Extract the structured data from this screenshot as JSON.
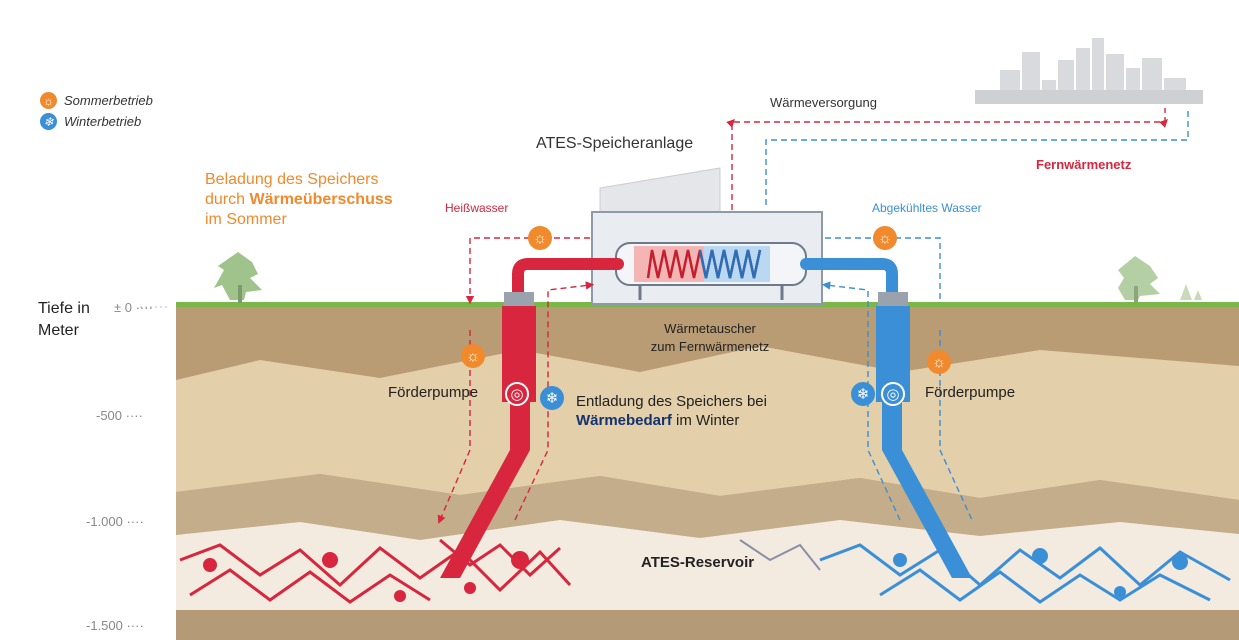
{
  "legend": {
    "summer": {
      "label": "Sommerbetrieb",
      "icon": "sun-icon",
      "color": "#f08a2c"
    },
    "winter": {
      "label": "Winterbetrieb",
      "icon": "snowflake-icon",
      "color": "#3b8fd6"
    }
  },
  "summer_loading": {
    "line1": "Beladung des Speichers",
    "line2_prefix": "durch ",
    "line2_bold": "Wärmeüberschuss",
    "line3": "im Sommer"
  },
  "plant": {
    "title": "ATES-Speicheranlage"
  },
  "supply": {
    "label": "Wärmeversorgung",
    "network": "Fernwärmenetz"
  },
  "flows": {
    "hot": "Heißwasser",
    "cooled": "Abgekühltes Wasser"
  },
  "exchanger": {
    "line1": "Wärmetauscher",
    "line2": "zum Fernwärmenetz"
  },
  "pumps": {
    "left": "Förderpumpe",
    "right": "Förderpumpe"
  },
  "winter_unloading": {
    "line1": "Entladung des Speichers bei",
    "line2_bold": "Wärmebedarf",
    "line2_suffix": " im Winter"
  },
  "reservoir": {
    "label": "ATES-Reservoir"
  },
  "depth": {
    "heading_line1": "Tiefe in",
    "heading_line2": "Meter",
    "ticks": [
      "± 0 ····",
      "-500 ····",
      "-1.000 ····",
      "-1.500 ····"
    ]
  },
  "colors": {
    "hot": "#d7263d",
    "cold": "#3b8fd6",
    "summer": "#f08a2c",
    "ground": "#c8ab85",
    "grass": "#7ab648"
  },
  "icons": {
    "sun": "☼",
    "snow": "❄",
    "pump": "◎"
  }
}
